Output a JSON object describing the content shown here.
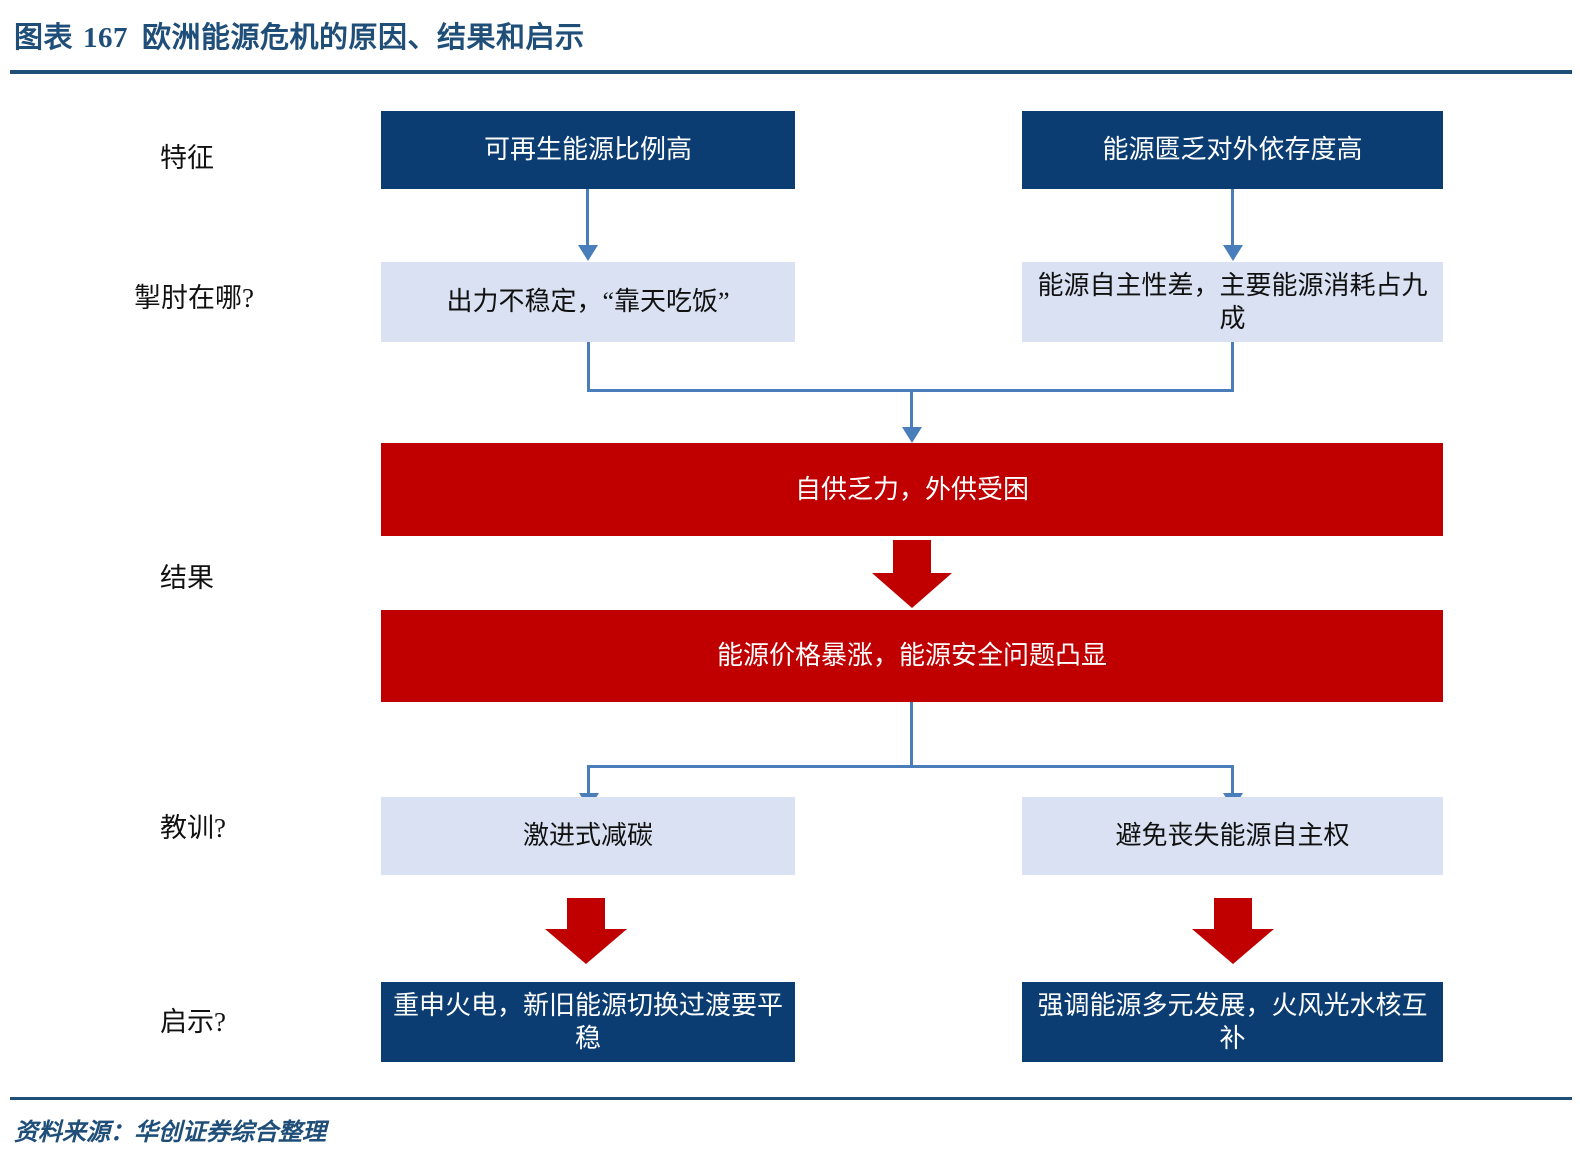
{
  "header": {
    "figure_label": "图表",
    "figure_number": "167",
    "title": "欧洲能源危机的原因、结果和启示"
  },
  "footer": {
    "source": "资料来源：华创证券综合整理"
  },
  "colors": {
    "navy": "#0B3D72",
    "light_blue": "#D9E1F2",
    "red": "#C00000",
    "connector_blue": "#4A7EBB",
    "title_blue": "#1F4E79"
  },
  "row_labels": [
    {
      "key": "characteristics",
      "text": "特征"
    },
    {
      "key": "constraints",
      "text": "掣肘在哪?"
    },
    {
      "key": "result",
      "text": "结果"
    },
    {
      "key": "lesson",
      "text": "教训?"
    },
    {
      "key": "insight",
      "text": "启示?"
    }
  ],
  "nodes": {
    "feature_left": "可再生能源比例高",
    "feature_right": "能源匮乏对外依存度高",
    "constraint_left": "出力不稳定，“靠天吃饭”",
    "constraint_right": "能源自主性差，主要能源消耗占九成",
    "result_top": "自供乏力，外供受困",
    "result_bottom": "能源价格暴涨，能源安全问题凸显",
    "lesson_left": "激进式减碳",
    "lesson_right": "避免丧失能源自主权",
    "insight_left": "重申火电，新旧能源切换过渡要平稳",
    "insight_right": "强调能源多元发展，火风光水核互补"
  }
}
